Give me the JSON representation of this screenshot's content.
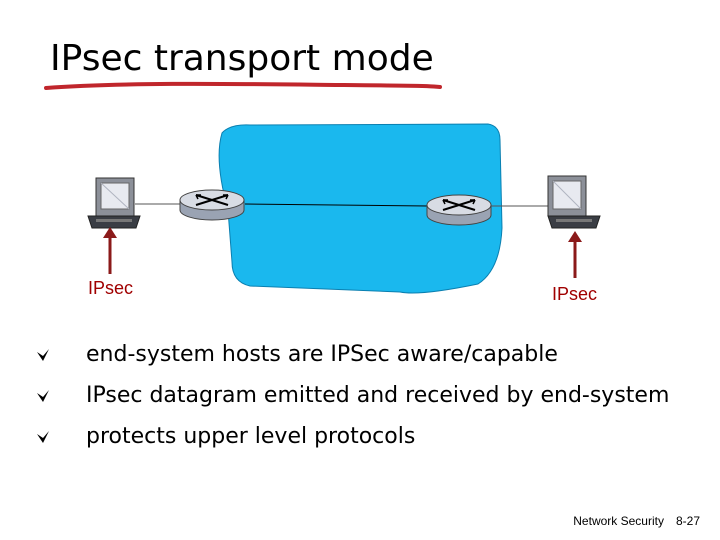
{
  "slide": {
    "title": "IPsec transport mode"
  },
  "diagram": {
    "left_host_label": "IPsec",
    "right_host_label": "IPsec",
    "colors": {
      "network_cloud": "#1ab8ee",
      "router_body": "#d8dce4",
      "arrow": "#8b1a1a",
      "label": "#a00000",
      "underline": "#c0262c"
    }
  },
  "bullets": [
    "end-system hosts are IPSec aware/capable",
    "IPsec datagram emitted and received by end-system",
    "protects upper level protocols"
  ],
  "footer": {
    "section": "Network Security",
    "page": "8-27"
  }
}
